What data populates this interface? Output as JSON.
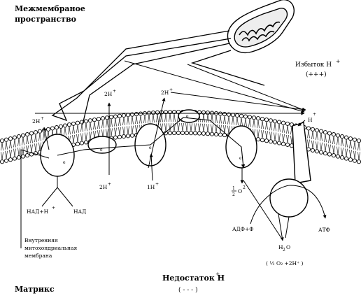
{
  "labels": {
    "intermembrane_space_line1": "Межмембраное",
    "intermembrane_space_line2": "пространство",
    "proton_excess": "Избыток H",
    "proton_excess_sup": "+",
    "proton_excess_sign": "(+++)",
    "proton_deficit": "Недостаток H",
    "proton_deficit_sup": "+",
    "proton_deficit_sign": "( - - - )",
    "matrix": "Матрикс",
    "inner_membrane_line1": "Внутренняя",
    "inner_membrane_line2": "митохондриальная",
    "inner_membrane_line3": "мембрана",
    "nadh": "НАД+H",
    "nadh_sup": "+",
    "nad": "НАД",
    "adp_p": "АДФ+Ф",
    "atp": "АТФ",
    "water_h": "H",
    "water_sub": "2",
    "water_o": "O",
    "half_o2": "O",
    "half_o2_sup": "2",
    "half_o2_frac_num": "1",
    "half_o2_frac_den": "2",
    "o2_reaction": "( ½ O₂ +2H⁺ )",
    "h_2h_1": "2H",
    "h_2h_2": "2H",
    "h_2h_3": "2H",
    "h_2h_4": "2H",
    "h_2h_5": "1H",
    "h_plus": "+",
    "h_single": "H",
    "electron": "e"
  }
}
